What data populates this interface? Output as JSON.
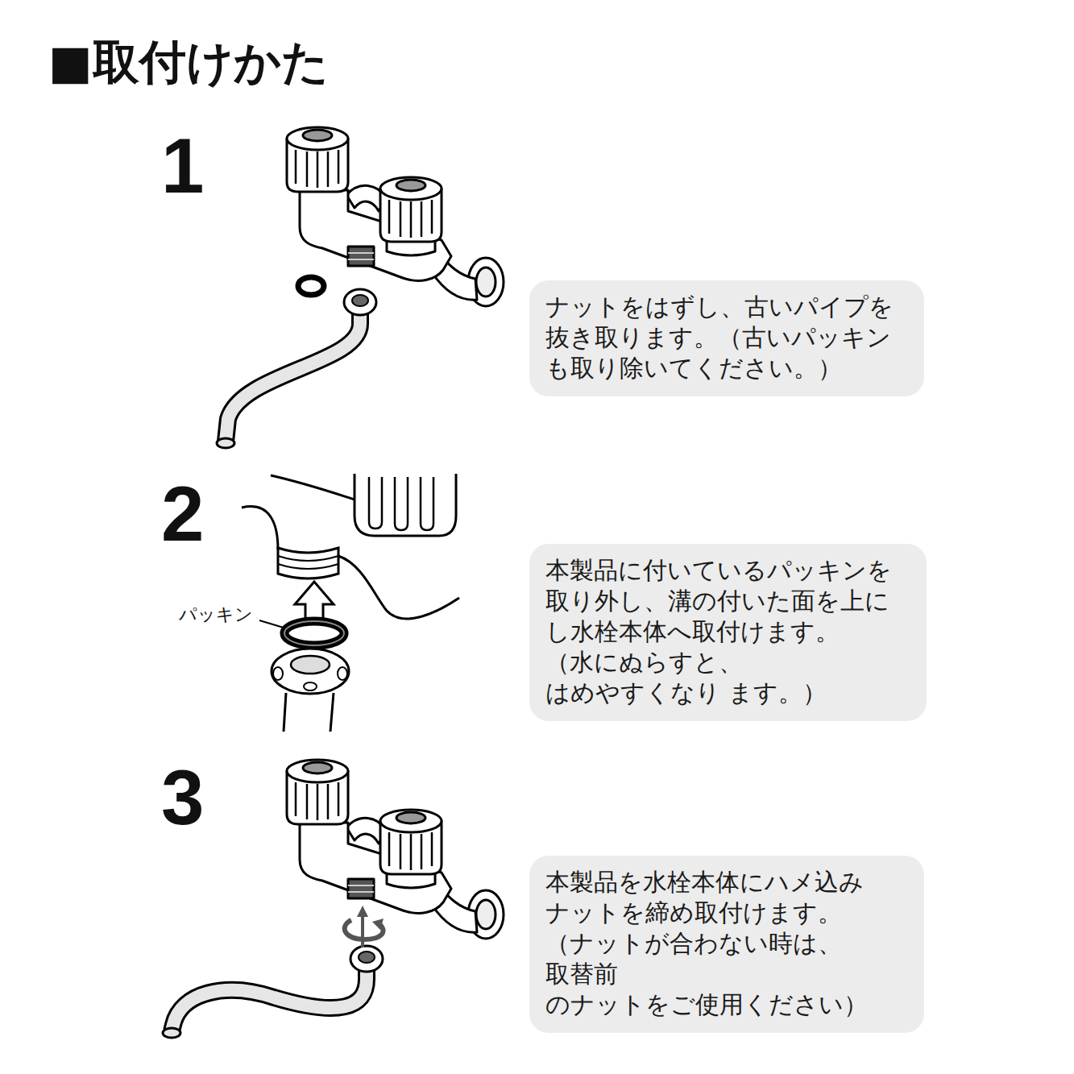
{
  "diagram": {
    "title": "■取付けかた",
    "nodes": [
      {
        "text": [
          "ナットをはずし、古いパイプを 抜き取ります。（古いパッキン も取り除いてください。）"
        ]
      },
      {
        "text": [
          "本製品に付いているパッキンを 取り外し、溝の付いた面を上に し水栓本体へ取付けます。 （水にぬらすと、はめやすくなり ます。）"
        ]
      },
      {
        "text": [
          "本製品を水栓本体にハメ込み ナットを締め取付けます。 （ナットが合わない時は、取替前 のナットをご使用ください）"
        ]
      }
    ],
    "labels": [
      "1",
      "2",
      "3",
      "パッキン"
    ]
  }
}
